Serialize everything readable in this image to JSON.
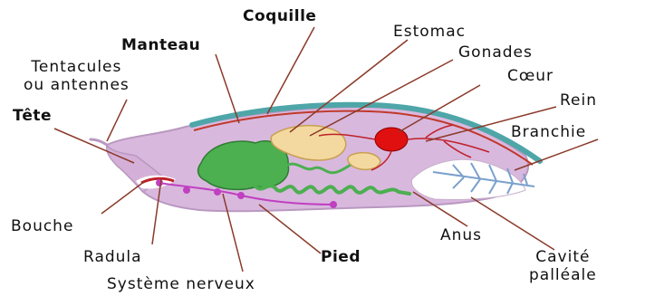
{
  "labels": {
    "coquille": "Coquille",
    "estomac": "Estomac",
    "manteau": "Manteau",
    "gonades": "Gonades",
    "tentacules_line1": "Tentacules",
    "tentacules_line2": "ou antennes",
    "coeur": "Cœur",
    "rein": "Rein",
    "tete": "Tête",
    "branchie": "Branchie",
    "bouche": "Bouche",
    "anus": "Anus",
    "radula": "Radula",
    "pied": "Pied",
    "cavite_line1": "Cavité",
    "cavite_line2": "palléale",
    "systeme": "Système nerveux"
  },
  "colors": {
    "body": "#d9b8de",
    "body_outline": "#b998c0",
    "shell": "#4ea6a8",
    "mantle_edge": "#c0392b",
    "digestive": "#4caf50",
    "digestive_dark": "#2e7d32",
    "gonad": "#f3d9a0",
    "heart": "#e01010",
    "vessels": "#c0202a",
    "nerve": "#c040c0",
    "gill": "#7aa0cc",
    "leader": "#8b3a2a"
  }
}
